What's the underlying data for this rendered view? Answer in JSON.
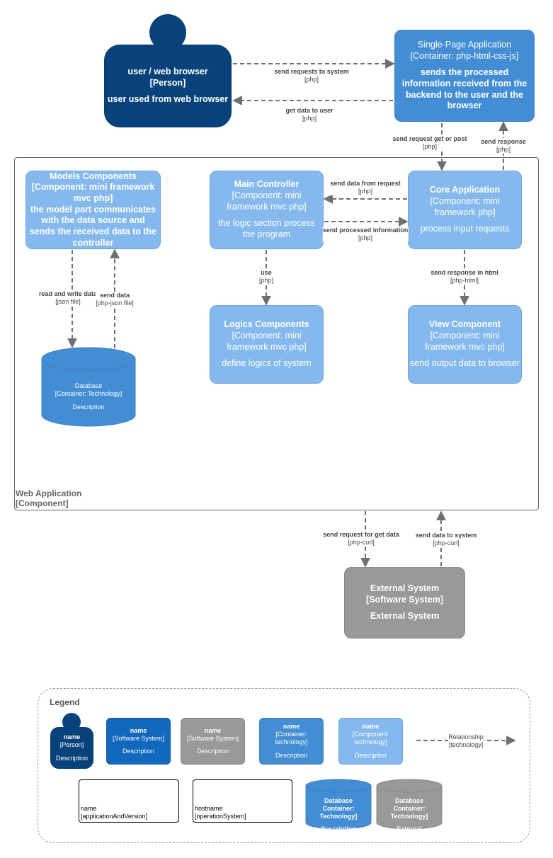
{
  "person": {
    "name": "user / web browser",
    "type": "[Person]",
    "description": "user used from web browser"
  },
  "spa": {
    "name": "Single-Page Application",
    "type": "[Container: php-html-css-js]",
    "description": "sends the processed information received from the backend to the user and the browser"
  },
  "models": {
    "name": "Models Components",
    "type": "[Component: mini framework mvc php]",
    "description": "the model part communicates with the data source and sends the received data to the controller"
  },
  "main_controller": {
    "name": "Main Controller",
    "type": "[Component: mini framework mvc php]",
    "description": "the logic section process the program"
  },
  "core_app": {
    "name": "Core Application",
    "type": "[Component: mini framework php]",
    "description": "process input requests"
  },
  "logics": {
    "name": "Logics Components",
    "type": "[Component: mini framework mvc php]",
    "description": "define logics of system"
  },
  "view": {
    "name": "View Component",
    "type": "[Component: mini framework mvc php]",
    "description": "send output data to browser"
  },
  "database": {
    "name": "Database",
    "type": "[Container: Technology]",
    "description": "Description"
  },
  "external": {
    "name": "External System",
    "type": "[Software System]",
    "description": "External System"
  },
  "web_app": {
    "name": "Web Application",
    "type": "[Component]"
  },
  "relations": {
    "r1": {
      "label": "send requests to system",
      "tech": "[php]"
    },
    "r2": {
      "label": "get data to user",
      "tech": "[php]"
    },
    "r3": {
      "label": "send request get or post",
      "tech": "[php]"
    },
    "r4": {
      "label": "send response",
      "tech": "[php]"
    },
    "r5": {
      "label": "send data from request",
      "tech": "[php]"
    },
    "r6": {
      "label": "send processed information",
      "tech": "[php]"
    },
    "r7": {
      "label": "use",
      "tech": "[php]"
    },
    "r8": {
      "label": "send response in html",
      "tech": "[php-html]"
    },
    "r9": {
      "label": "read and write data",
      "tech": "[json file]"
    },
    "r10": {
      "label": "send data",
      "tech": "[php-json file]"
    },
    "r11": {
      "label": "send request for get data",
      "tech": "[php-curl]"
    },
    "r12": {
      "label": "send data to system",
      "tech": "[php-curl]"
    }
  },
  "legend": {
    "title": "Legend",
    "person": {
      "name": "name",
      "type": "[Person]",
      "description": "Description"
    },
    "software_system": {
      "name": "name",
      "type": "[Software System]",
      "description": "Description"
    },
    "ext_software_system": {
      "name": "name",
      "type": "[Software System]",
      "description": "Description"
    },
    "container": {
      "name": "name",
      "type": "[Container: technology]",
      "description": "Description"
    },
    "component": {
      "name": "name",
      "type": "[Component: technology]",
      "description": "Description"
    },
    "relationship": {
      "label": "Relationship",
      "tech": "[technology]"
    },
    "app_box": {
      "line1": "name",
      "line2": "[applicationAndVersion]"
    },
    "host_box": {
      "line1": "hostname",
      "line2": "[operationSystem]"
    },
    "db": {
      "name": "Database",
      "type": "Container: Technology]",
      "description": "Description"
    },
    "ext_db": {
      "name": "Database",
      "type": "Container: Technology]",
      "description": "External"
    }
  },
  "colors": {
    "person": "#08427b",
    "software_system": "#1168bd",
    "container": "#438dd5",
    "component": "#85b9ee",
    "external": "#999999",
    "arrow": "#707070"
  }
}
